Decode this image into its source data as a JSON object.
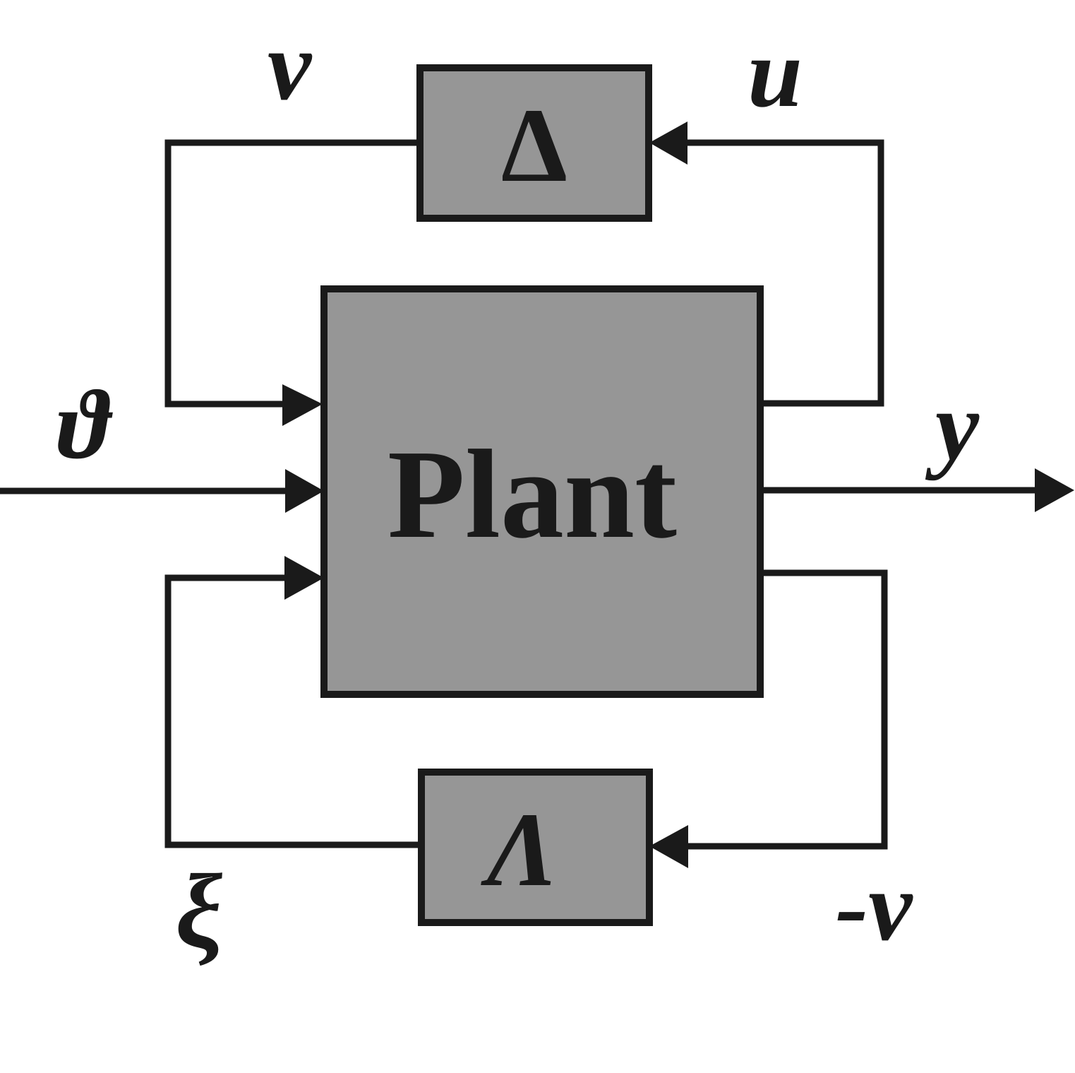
{
  "blocks": {
    "delta": "Δ",
    "plant": "Plant",
    "lambda": "Λ"
  },
  "signals": {
    "v": "v",
    "u": "u",
    "theta": "ϑ",
    "y": "y",
    "xi": "ξ",
    "neg_v": "-v"
  },
  "colors": {
    "block_fill": "#969696",
    "line": "#1a1a1a",
    "background": "#ffffff"
  }
}
